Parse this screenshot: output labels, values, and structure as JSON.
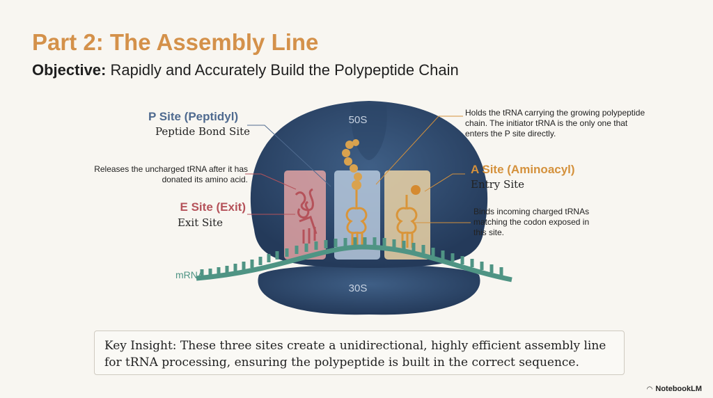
{
  "header": {
    "title": "Part 2: The Assembly Line",
    "objective_label": "Objective:",
    "objective_text": " Rapidly and Accurately Build the Polypeptide Chain"
  },
  "diagram": {
    "subunit_large": "50S",
    "subunit_small": "30S",
    "mrna_label": "mRNA",
    "p_site": {
      "title": "P Site (Peptidyl)",
      "subtitle": "Peptide Bond Site",
      "note": "Holds the tRNA carrying the growing polypeptide chain. The initiator tRNA is the only one that enters the P site directly.",
      "color": "#4f6a8f"
    },
    "e_site": {
      "title": "E Site (Exit)",
      "subtitle": "Exit Site",
      "note": "Releases the uncharged tRNA after it has donated its amino acid.",
      "color": "#b5525a"
    },
    "a_site": {
      "title": "A Site (Aminoacyl)",
      "subtitle": "Entry Site",
      "note": "Binds incoming charged tRNAs matching the codon exposed in this site.",
      "color": "#d4913c"
    }
  },
  "insight": "Key Insight: These three sites create a unidirectional, highly efficient assembly line for tRNA processing, ensuring the polypeptide is built in the correct sequence.",
  "brand": "NotebookLM"
}
